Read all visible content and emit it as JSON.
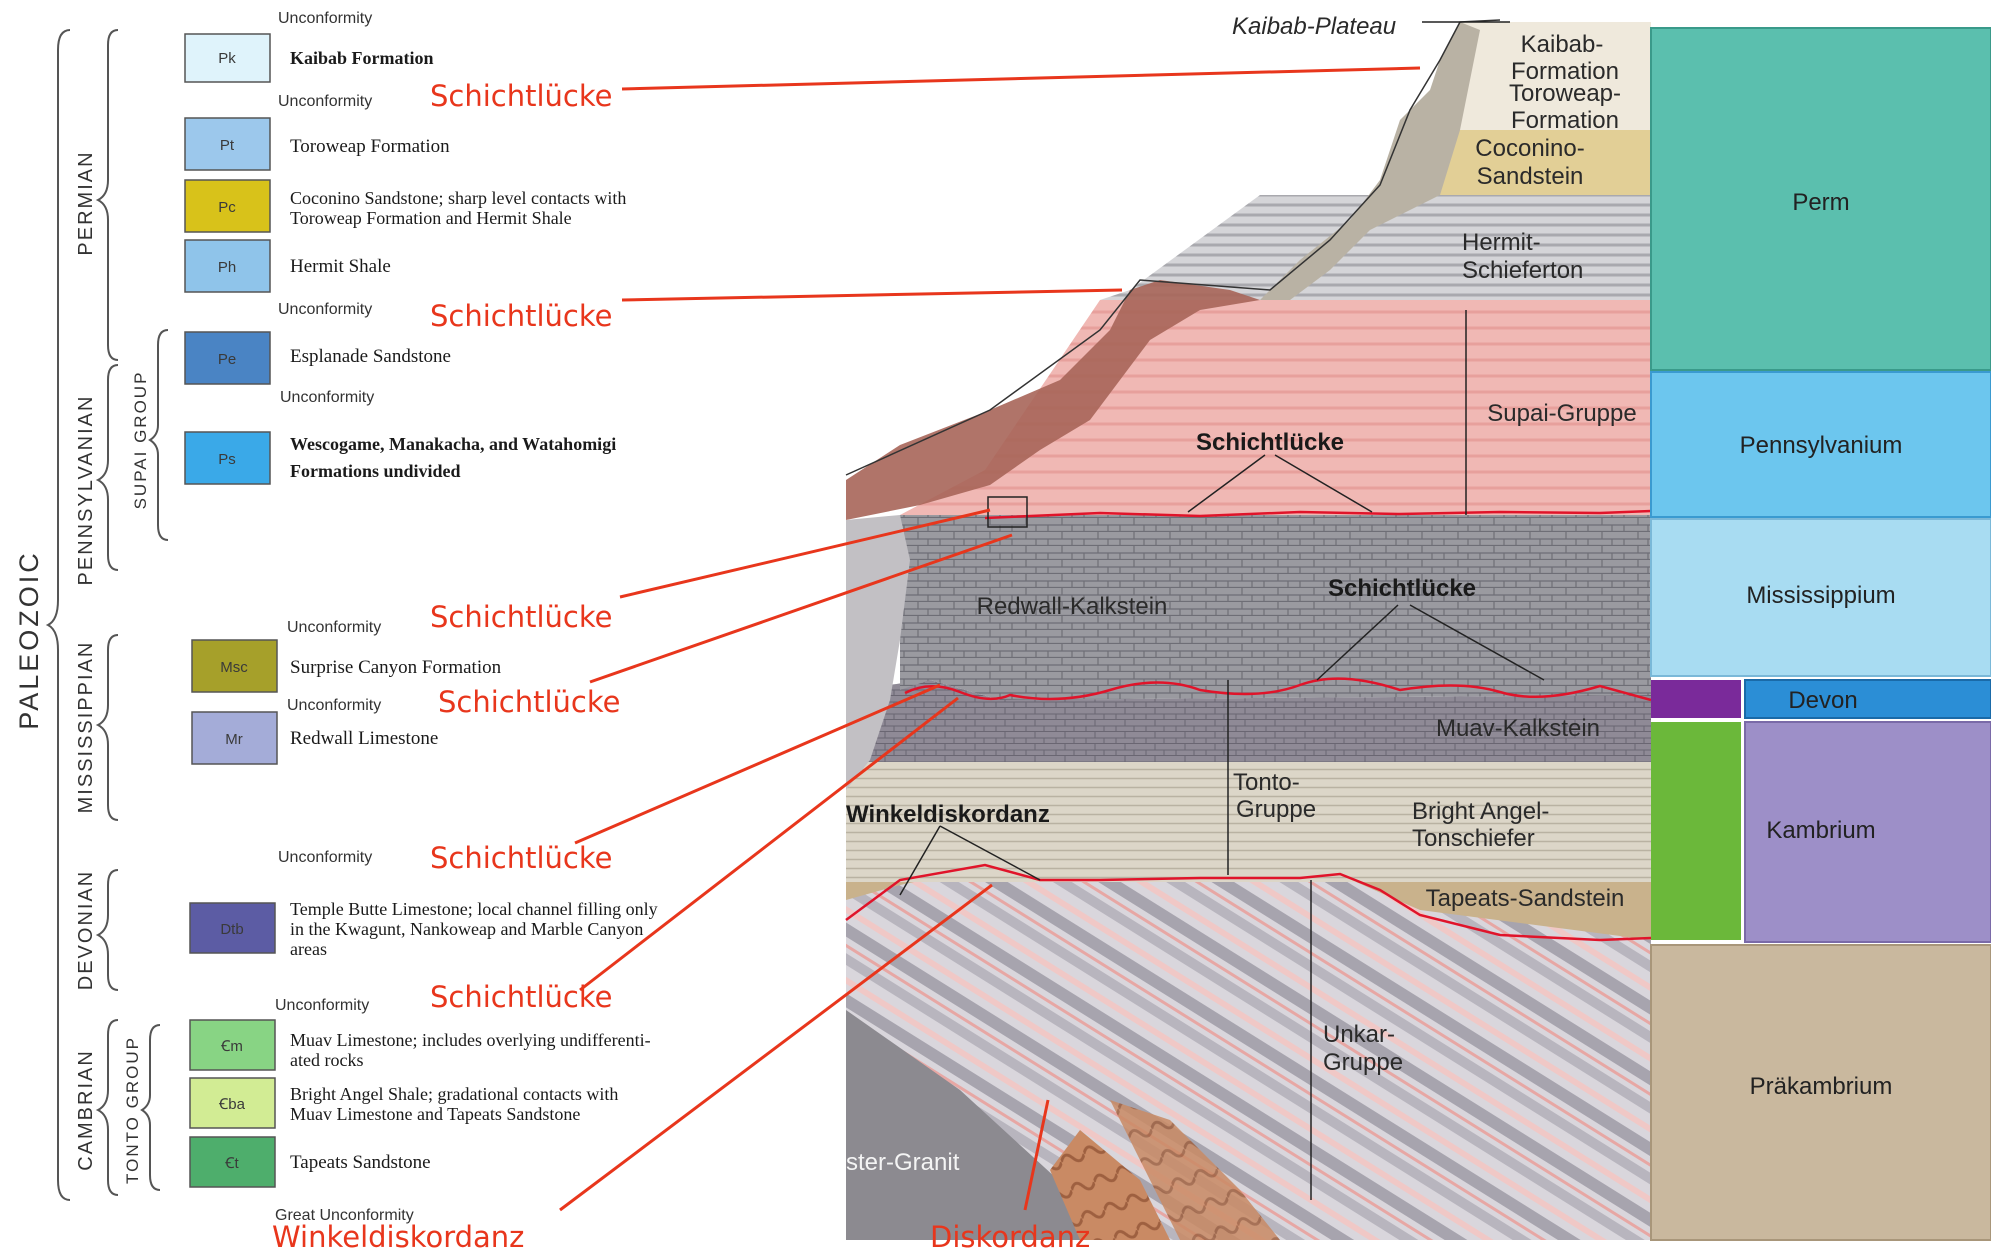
{
  "colors": {
    "accent_red": "#e8361c",
    "perm": "#5bbfae",
    "pennsylvanium": "#6cc6ee",
    "mississippium": "#a8dcf2",
    "devon": "#2b8ed6",
    "kambrium": "#9d8fc8",
    "kambrium_green": "#6bb83a",
    "devon_purple": "#7a2a9a",
    "praekambrium": "#c9b89e"
  },
  "legend": {
    "era": "PALEOZOIC",
    "periods": [
      "PERMIAN",
      "PENNSYLVANIAN",
      "MISSISSIPPIAN",
      "DEVONIAN",
      "CAMBRIAN"
    ],
    "groups": [
      "SUPAI GROUP",
      "TONTO GROUP"
    ],
    "unconformity": "Unconformity",
    "great_unconformity": "Great Unconformity",
    "units": [
      {
        "symbol": "Pk",
        "text": [
          "Kaibab Formation"
        ],
        "color": "#dff3fb"
      },
      {
        "symbol": "Pt",
        "text": [
          "Toroweap Formation"
        ],
        "color": "#9cc8ec"
      },
      {
        "symbol": "Pc",
        "text": [
          "Coconino  Sandstone;  sharp  level  contacts  with",
          "Toroweap Formation and Hermit Shale"
        ],
        "color": "#d8c21a"
      },
      {
        "symbol": "Ph",
        "text": [
          "Hermit Shale"
        ],
        "color": "#8fc4ea"
      },
      {
        "symbol": "Pe",
        "text": [
          "Esplanade  Sandstone"
        ],
        "color": "#4a84c4"
      },
      {
        "symbol": "Ps",
        "text": [
          "Wescogame, Manakacha, and Watahomigi",
          "Formations undivided"
        ],
        "color": "#3aa9e8"
      },
      {
        "symbol": "Msc",
        "text": [
          "Surprise Canyon Formation"
        ],
        "color": "#a6a02a"
      },
      {
        "symbol": "Mr",
        "text": [
          "Redwall Limestone"
        ],
        "color": "#a4acd8"
      },
      {
        "symbol": "Dtb",
        "text": [
          "Temple Butte Limestone; local channel filling only",
          "in the Kwagunt, Nankoweap and Marble Canyon",
          "areas"
        ],
        "color": "#5c5ca4"
      },
      {
        "symbol": "Ꞓm",
        "text": [
          "Muav Limestone; includes overlying undifferenti-",
          "ated rocks"
        ],
        "color": "#88d484"
      },
      {
        "symbol": "Ꞓba",
        "text": [
          "Bright  Angel  Shale;  gradational  contacts  with",
          "Muav Limestone and Tapeats Sandstone"
        ],
        "color": "#d2ec94"
      },
      {
        "symbol": "Ꞓt",
        "text": [
          "Tapeats Sandstone"
        ],
        "color": "#4eae6c"
      }
    ]
  },
  "annotations": {
    "schichtluecke": "Schichtlücke",
    "winkeldiskordanz": "Winkeldiskordanz",
    "diskordanz": "Diskordanz"
  },
  "cross_section": {
    "kaibab_plateau": "Kaibab-Plateau",
    "layers": {
      "kaibab": [
        "Kaibab-",
        "Formation"
      ],
      "toroweap": [
        "Toroweap-",
        "Formation"
      ],
      "coconino": [
        "Coconino-",
        "Sandstein"
      ],
      "hermit": [
        "Hermit-",
        "Schieferton"
      ],
      "supai": "Supai-Gruppe",
      "redwall": "Redwall-Kalkstein",
      "muav": "Muav-Kalkstein",
      "tonto": [
        "Tonto-",
        "Gruppe"
      ],
      "bright_angel": [
        "Bright Angel-",
        "Tonschiefer"
      ],
      "tapeats": "Tapeats-Sandstein",
      "unkar": [
        "Unkar-",
        "Gruppe"
      ],
      "granit": "ster-Granit"
    },
    "gap_label": "Schichtlücke",
    "angular_label": "Winkeldiskordanz"
  },
  "time_column": {
    "perm": "Perm",
    "pennsylvanium": "Pennsylvanium",
    "mississippium": "Mississippium",
    "devon": "Devon",
    "kambrium": "Kambrium",
    "praekambrium": "Präkambrium"
  }
}
